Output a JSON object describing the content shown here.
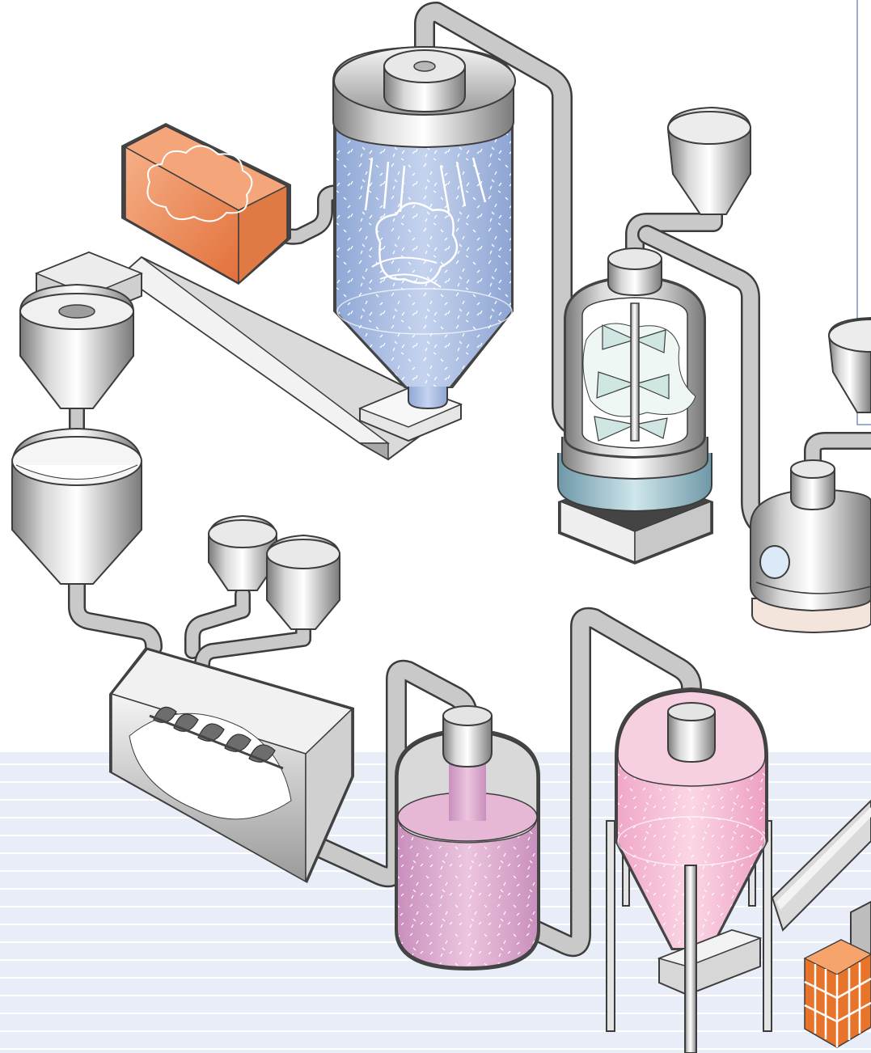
{
  "scene": {
    "type": "industrial process flow illustration",
    "equipment": [
      "orange-feed-tank",
      "spray-dryer-tower",
      "slanted-conveyor",
      "hopper-upper-left",
      "hopper-lower-left",
      "screw-mixer",
      "small-feed-hopper-1",
      "small-feed-hopper-2",
      "pink-reactor-vessel",
      "pink-cyclone-silo",
      "glass-agitator-vessel",
      "agitator-feed-hopper",
      "right-processing-vessel",
      "right-feed-hopper",
      "packaging-conveyor",
      "orange-crate-stack"
    ],
    "colors": {
      "metal_light": "#f2f2f2",
      "metal_mid": "#b9b9b9",
      "metal_dark": "#6f6f6f",
      "outline": "#3c3c3c",
      "blue_fill": "#a9bde0",
      "pink_fill": "#d9a0c8",
      "orange_fill": "#ec8a52",
      "agitator_fill": "#dff1ee",
      "stripe_bg": "#e6ebf6",
      "crate_orange": "#e8742c"
    }
  }
}
